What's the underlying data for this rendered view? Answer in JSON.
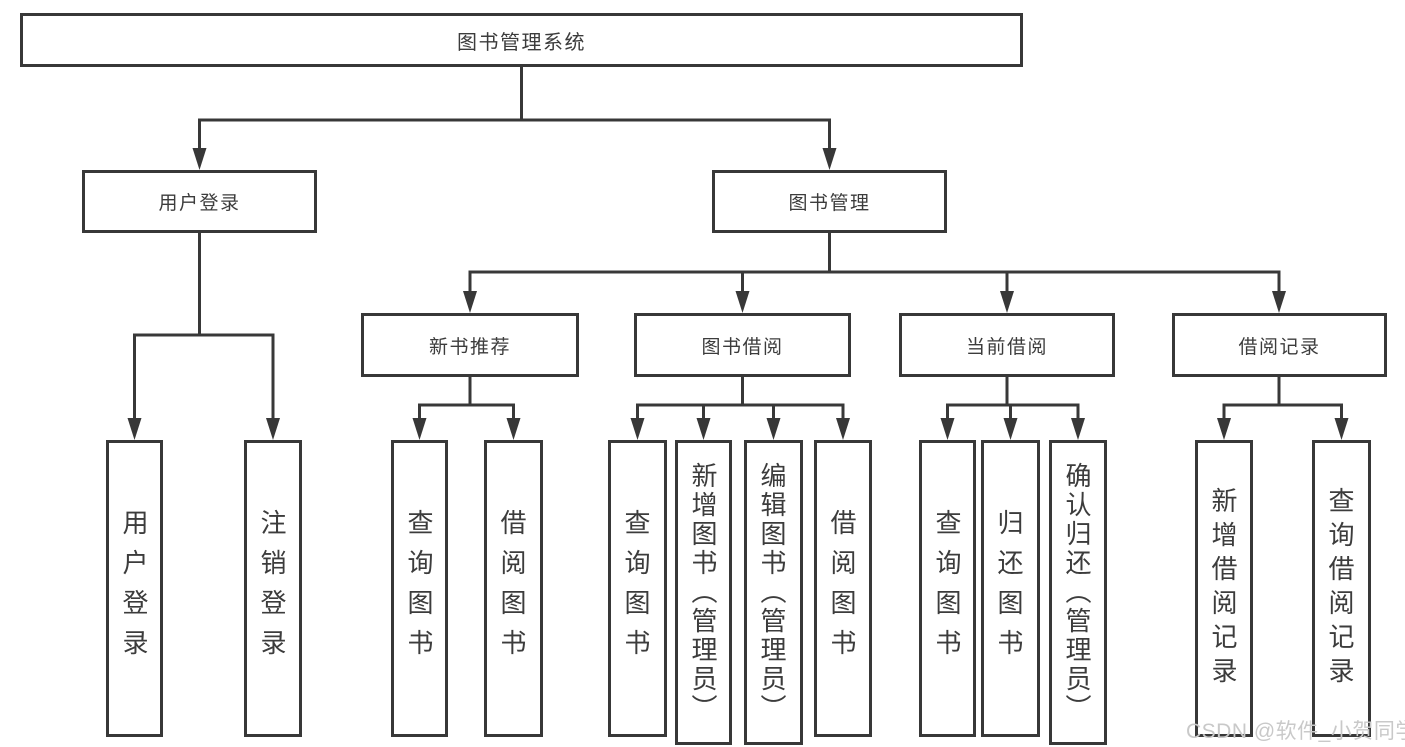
{
  "diagram": {
    "root": "图书管理系统",
    "level2": [
      "用户登录",
      "图书管理"
    ],
    "level3": [
      "新书推荐",
      "图书借阅",
      "当前借阅",
      "借阅记录"
    ],
    "leaves": {
      "login": [
        "用户登录",
        "注销登录"
      ],
      "recommend": [
        "查询图书",
        "借阅图书"
      ],
      "borrow": [
        "查询图书",
        "新增图书（管理员）",
        "编辑图书（管理员）",
        "借阅图书"
      ],
      "current": [
        "查询图书",
        "归还图书",
        "确认归还（管理员）"
      ],
      "records": [
        "新增借阅记录",
        "查询借阅记录"
      ]
    }
  },
  "watermark": "CSDN @软件_小贺同学",
  "colors": {
    "line": "#383838",
    "text": "#3c3c3c",
    "watermark": "#c9c9c9",
    "background": "#ffffff"
  }
}
